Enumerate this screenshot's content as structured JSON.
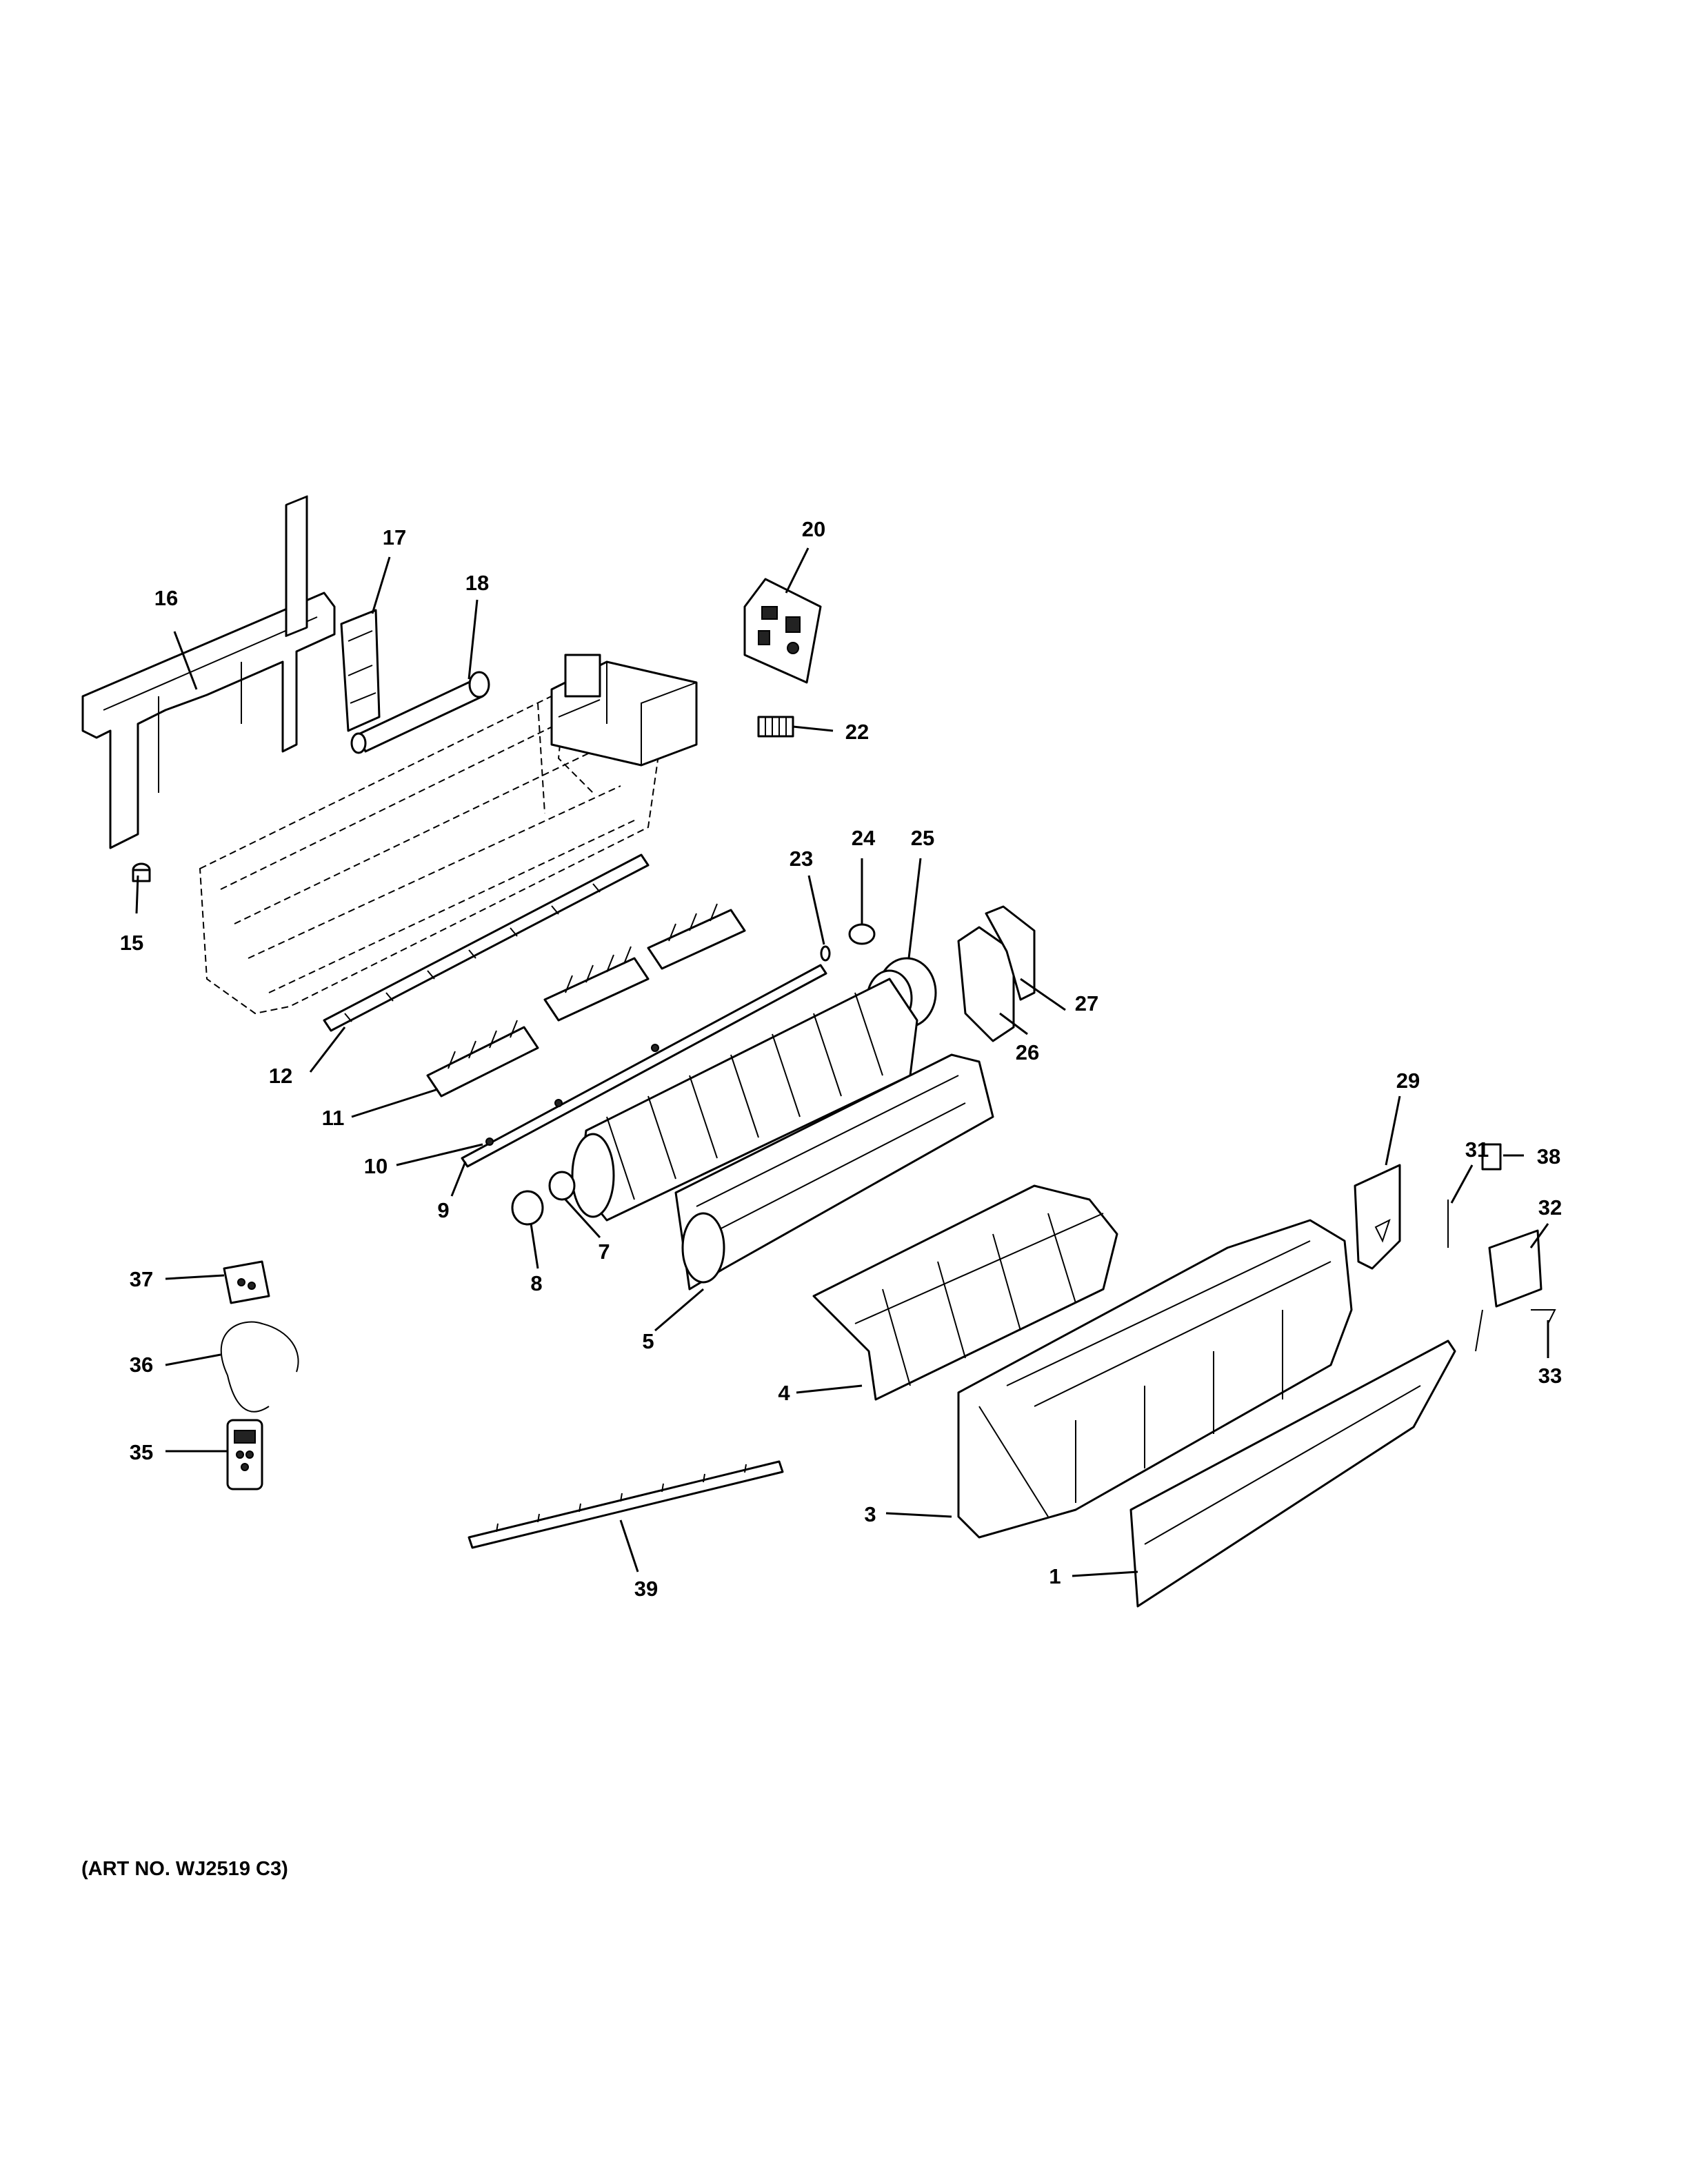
{
  "callouts": [
    {
      "id": "1",
      "label": "1"
    },
    {
      "id": "3",
      "label": "3"
    },
    {
      "id": "4",
      "label": "4"
    },
    {
      "id": "5",
      "label": "5"
    },
    {
      "id": "7",
      "label": "7"
    },
    {
      "id": "8",
      "label": "8"
    },
    {
      "id": "9",
      "label": "9"
    },
    {
      "id": "10",
      "label": "10"
    },
    {
      "id": "11",
      "label": "11"
    },
    {
      "id": "12",
      "label": "12"
    },
    {
      "id": "15",
      "label": "15"
    },
    {
      "id": "16",
      "label": "16"
    },
    {
      "id": "17",
      "label": "17"
    },
    {
      "id": "18",
      "label": "18"
    },
    {
      "id": "20",
      "label": "20"
    },
    {
      "id": "22",
      "label": "22"
    },
    {
      "id": "23",
      "label": "23"
    },
    {
      "id": "24",
      "label": "24"
    },
    {
      "id": "25",
      "label": "25"
    },
    {
      "id": "26",
      "label": "26"
    },
    {
      "id": "27",
      "label": "27"
    },
    {
      "id": "29",
      "label": "29"
    },
    {
      "id": "31",
      "label": "31"
    },
    {
      "id": "32",
      "label": "32"
    },
    {
      "id": "33",
      "label": "33"
    },
    {
      "id": "35",
      "label": "35"
    },
    {
      "id": "36",
      "label": "36"
    },
    {
      "id": "37",
      "label": "37"
    },
    {
      "id": "38",
      "label": "38"
    },
    {
      "id": "39",
      "label": "39"
    }
  ],
  "art_number": "(ART NO. WJ2519 C3)"
}
